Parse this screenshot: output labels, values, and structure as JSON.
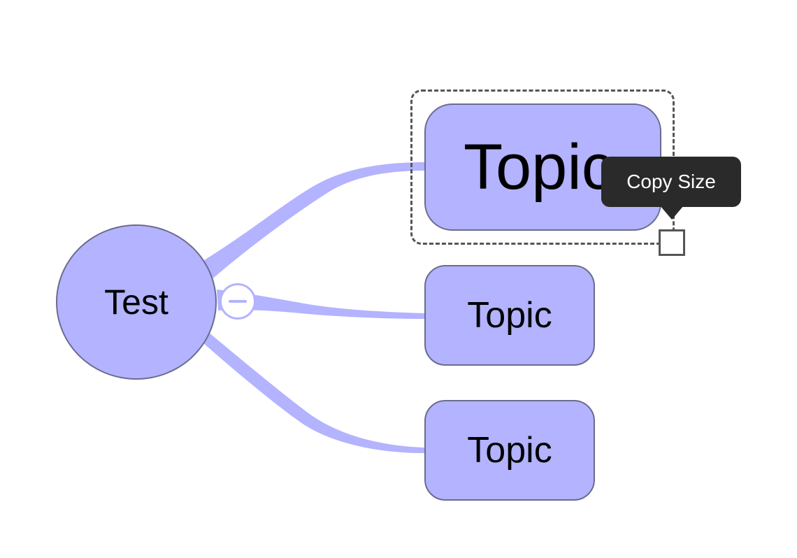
{
  "mindmap": {
    "root": {
      "label": "Test"
    },
    "topics": [
      {
        "label": "Topic",
        "selected": true
      },
      {
        "label": "Topic",
        "selected": false
      },
      {
        "label": "Topic",
        "selected": false
      }
    ],
    "colors": {
      "node_fill": "#b3b3ff",
      "node_border": "#6b6b8f",
      "branch": "#b3b3ff",
      "selection_border": "#555555"
    }
  },
  "tooltip": {
    "text": "Copy Size",
    "background": "#2a2a2a"
  },
  "controls": {
    "collapse_icon": "minus-circle-icon",
    "resize_handle_icon": "square-handle-icon"
  }
}
